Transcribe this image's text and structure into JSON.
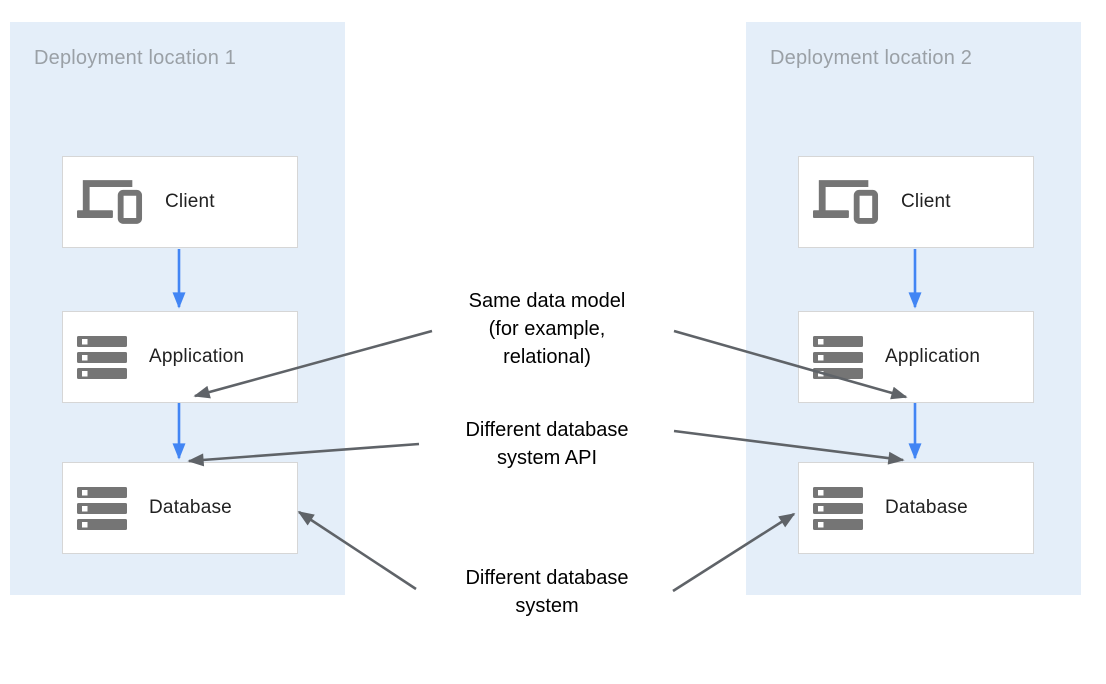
{
  "colors": {
    "panel_background": "#e4eef9",
    "panel_title_text": "#9aa0a6",
    "box_background": "#ffffff",
    "box_border": "#d6d6d6",
    "box_label_text": "#212121",
    "icon_gray": "#757575",
    "flow_arrow_blue": "#4285f4",
    "annotation_arrow_gray": "#5f6368",
    "annotation_text": "#000000"
  },
  "panels": [
    {
      "title": "Deployment location 1",
      "boxes": [
        {
          "label": "Client",
          "icon": "laptop-phone-icon"
        },
        {
          "label": "Application",
          "icon": "server-stack-icon"
        },
        {
          "label": "Database",
          "icon": "server-stack-icon"
        }
      ]
    },
    {
      "title": "Deployment location 2",
      "boxes": [
        {
          "label": "Client",
          "icon": "laptop-phone-icon"
        },
        {
          "label": "Application",
          "icon": "server-stack-icon"
        },
        {
          "label": "Database",
          "icon": "server-stack-icon"
        }
      ]
    }
  ],
  "annotations": [
    {
      "text": "Same data model\n(for example,\nrelational)"
    },
    {
      "text": "Different database\nsystem API"
    },
    {
      "text": "Different database\nsystem"
    }
  ]
}
